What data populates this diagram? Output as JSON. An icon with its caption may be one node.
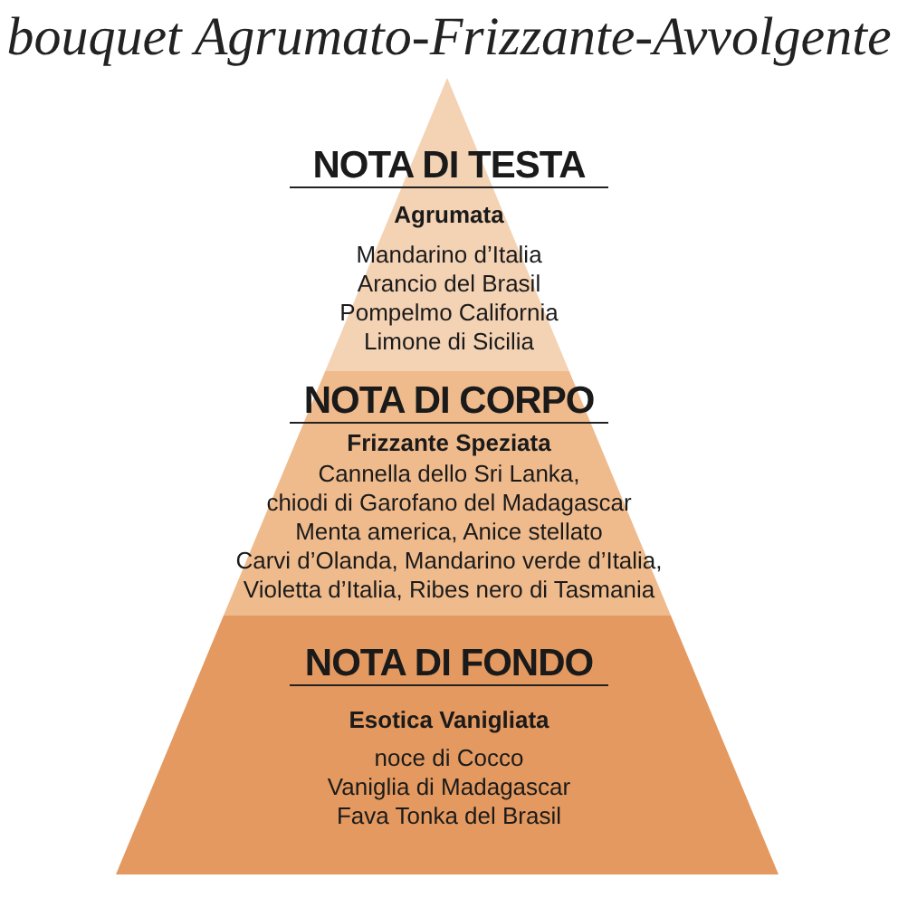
{
  "diagram": {
    "title": "bouquet Agrumato-Frizzante-Avvolgente",
    "nodes": [
      {
        "text": [
          "NOTA DI TESTA",
          "Agrumata",
          "Mandarino d’Italia",
          "Arancio del Brasil",
          "Pompelmo California",
          "Limone di Sicilia"
        ]
      },
      {
        "text": [
          "NOTA DI CORPO",
          "Frizzante Speziata",
          "Cannella dello Sri Lanka,",
          "chiodi di Garofano del Madagascar",
          "Menta america, Anice stellato",
          "Carvi d’Olanda, Mandarino verde d’Italia,",
          "Violetta d’Italia, Ribes nero di Tasmania"
        ]
      },
      {
        "text": [
          "NOTA DI FONDO",
          "Esotica Vanigliata",
          "noce di Cocco",
          "Vaniglia di Madagascar",
          "Fava Tonka del Brasil"
        ]
      }
    ]
  }
}
